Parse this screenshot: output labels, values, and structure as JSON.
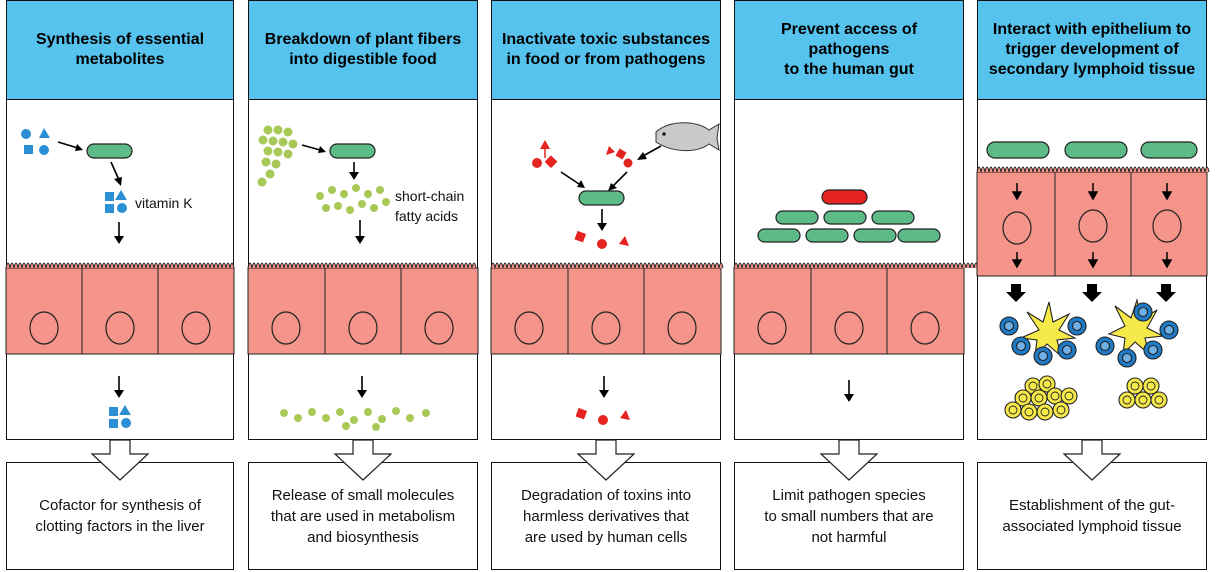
{
  "panels": [
    {
      "title": "Synthesis of essential\nmetabolites",
      "label": "vitamin K",
      "result": "Cofactor for synthesis of\nclotting factors in the liver"
    },
    {
      "title": "Breakdown of plant fibers\ninto digestible food",
      "label": "short-chain\nfatty acids",
      "label_lines": [
        "short-chain",
        "fatty acids"
      ],
      "result": "Release of small molecules\nthat are used in metabolism\nand biosynthesis"
    },
    {
      "title": "Inactivate toxic substances\nin food or from pathogens",
      "result": "Degradation of toxins into\nharmless derivatives that\nare used by human cells"
    },
    {
      "title": "Prevent access of pathogens\nto the human gut",
      "result": "Limit pathogen species\nto small numbers that are\nnot harmful"
    },
    {
      "title": "Interact with epithelium to\ntrigger development of\nsecondary lymphoid tissue",
      "result": "Establishment of the gut-\nassociated lymphoid tissue"
    }
  ],
  "colors": {
    "header_blue": "#55c3ee",
    "bacteria_green": "#5dbb87",
    "pathogen_red": "#e52421",
    "epithelium_salmon": "#f4948a",
    "molecule_blue": "#2a8fd4",
    "fiber_green": "#a8c957",
    "toxin_red": "#e52421",
    "dendritic_yellow": "#f6ea4a",
    "lymphocyte_blue": "#1f79c4"
  }
}
